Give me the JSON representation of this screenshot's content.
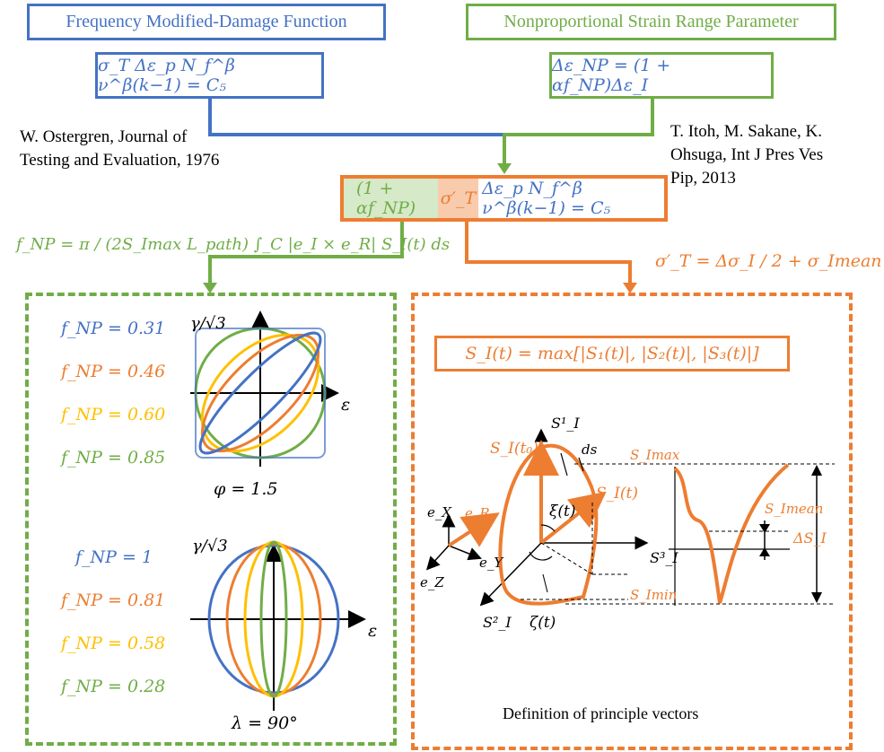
{
  "header": {
    "left_title": "Frequency Modified-Damage Function",
    "right_title": "Nonproportional Strain Range Parameter"
  },
  "equations": {
    "left": "σ_T Δε_p N_f^β ν^β(k−1) = C₅",
    "right": "Δε_NP = (1 + αf_NP)Δε_I",
    "center_prefix": "(1 + αf_NP)",
    "center_sigma": "σ′_T",
    "center_rest": "Δε_p N_f^β ν^β(k−1) = C₅",
    "fnp_def": "f_NP = π / (2S_Imax L_path) ∫_C |e_I × e_R| S_I(t) ds",
    "sigma_def": "σ′_T = Δσ_I / 2 + σ_Imean",
    "si_def": "S_I(t) = max[|S₁(t)|, |S₂(t)|, |S₃(t)|]"
  },
  "references": {
    "left": [
      "W. Ostergren, Journal of",
      "Testing and Evaluation, 1976"
    ],
    "right": [
      "T. Itoh, M. Sakane, K.",
      "Ohsuga, Int J Pres Ves",
      "Pip, 2013"
    ]
  },
  "left_panel": {
    "plot1": {
      "ylabel": "γ/√3",
      "xlabel": "ε",
      "param": "φ = 1.5",
      "labels": [
        {
          "text": "f_NP = 0.31",
          "color": "#4472C4"
        },
        {
          "text": "f_NP = 0.46",
          "color": "#ED7D31"
        },
        {
          "text": "f_NP = 0.60",
          "color": "#FFC000"
        },
        {
          "text": "f_NP = 0.85",
          "color": "#70AD47"
        }
      ]
    },
    "plot2": {
      "ylabel": "γ/√3",
      "xlabel": "ε",
      "param": "λ = 90°",
      "labels": [
        {
          "text": "f_NP = 1",
          "color": "#4472C4"
        },
        {
          "text": "f_NP = 0.81",
          "color": "#ED7D31"
        },
        {
          "text": "f_NP = 0.58",
          "color": "#FFC000"
        },
        {
          "text": "f_NP = 0.28",
          "color": "#70AD47"
        }
      ]
    }
  },
  "right_panel": {
    "caption": "Definition of principle vectors",
    "labels": {
      "s1": "S¹_I",
      "s2": "S²_I",
      "s3": "S³_I",
      "si_t0": "S_I(t₀)",
      "si_t": "S_I(t)",
      "ds": "ds",
      "xi": "ξ(t)",
      "zeta": "ζ(t)",
      "ex": "e_X",
      "ey": "e_Y",
      "ez": "e_Z",
      "er": "e_R",
      "simax": "S_Imax",
      "simin": "S_Imin",
      "simean": "S_Imean",
      "dsi": "ΔS_I"
    }
  },
  "colors": {
    "blue": "#4472C4",
    "green": "#70AD47",
    "orange": "#ED7D31",
    "gold": "#FFC000"
  }
}
